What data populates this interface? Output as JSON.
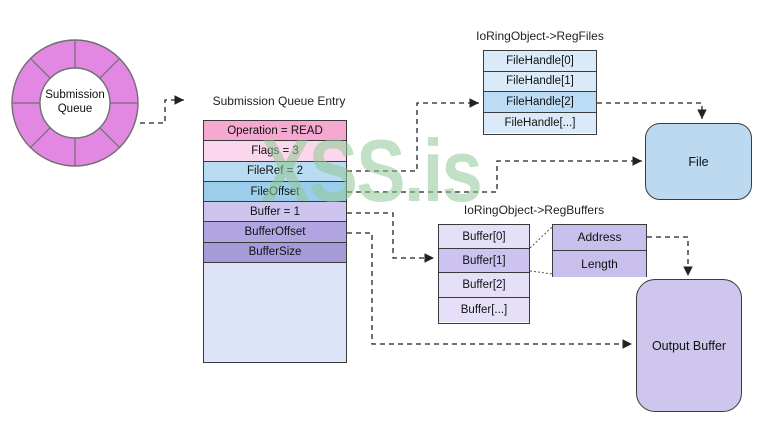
{
  "watermark": {
    "text": "XSS.is",
    "color": "rgba(143,198,150,0.55)"
  },
  "submission_queue": {
    "label": "Submission Queue",
    "ring_color": "#E287E2",
    "ring_stroke": "#6f6f6f"
  },
  "sqe": {
    "title": "Submission Queue Entry",
    "rows": [
      {
        "label": "Operation = READ",
        "color": "#F5A8D0"
      },
      {
        "label": "Flags = 3",
        "color": "#FAD7EC"
      },
      {
        "label": "FileRef = 2",
        "color": "#B9DCF2"
      },
      {
        "label": "FileOffset",
        "color": "#9CCEEC"
      },
      {
        "label": "Buffer = 1",
        "color": "#CDC5EE"
      },
      {
        "label": "BufferOffset",
        "color": "#B2A6E2"
      },
      {
        "label": "BufferSize",
        "color": "#A79AD9"
      }
    ],
    "filler_color": "#DDE4F8"
  },
  "reg_files": {
    "title": "IoRingObject->RegFiles",
    "rows": [
      {
        "label": "FileHandle[0]",
        "color": "#DAEAF8"
      },
      {
        "label": "FileHandle[1]",
        "color": "#DAEAF8"
      },
      {
        "label": "FileHandle[2]",
        "color": "#BBDCF4"
      },
      {
        "label": "FileHandle[...]",
        "color": "#DAEAF8"
      }
    ]
  },
  "reg_buffers": {
    "title": "IoRingObject->RegBuffers",
    "rows": [
      {
        "label": "Buffer[0]",
        "color": "#E5E0F7"
      },
      {
        "label": "Buffer[1]",
        "color": "#CCC3F0"
      },
      {
        "label": "Buffer[2]",
        "color": "#E5E0F7"
      },
      {
        "label": "Buffer[...]",
        "color": "#E5E0F7"
      }
    ]
  },
  "buffer_detail": {
    "rows": [
      {
        "label": "Address",
        "color": "#C9BFEC"
      },
      {
        "label": "Length",
        "color": "#C9BFEC"
      }
    ]
  },
  "file_box": {
    "label": "File",
    "color": "#BDD9F0"
  },
  "output_buffer_box": {
    "label": "Output Buffer",
    "color": "#CFC6EE"
  },
  "connector_color": "#222222"
}
